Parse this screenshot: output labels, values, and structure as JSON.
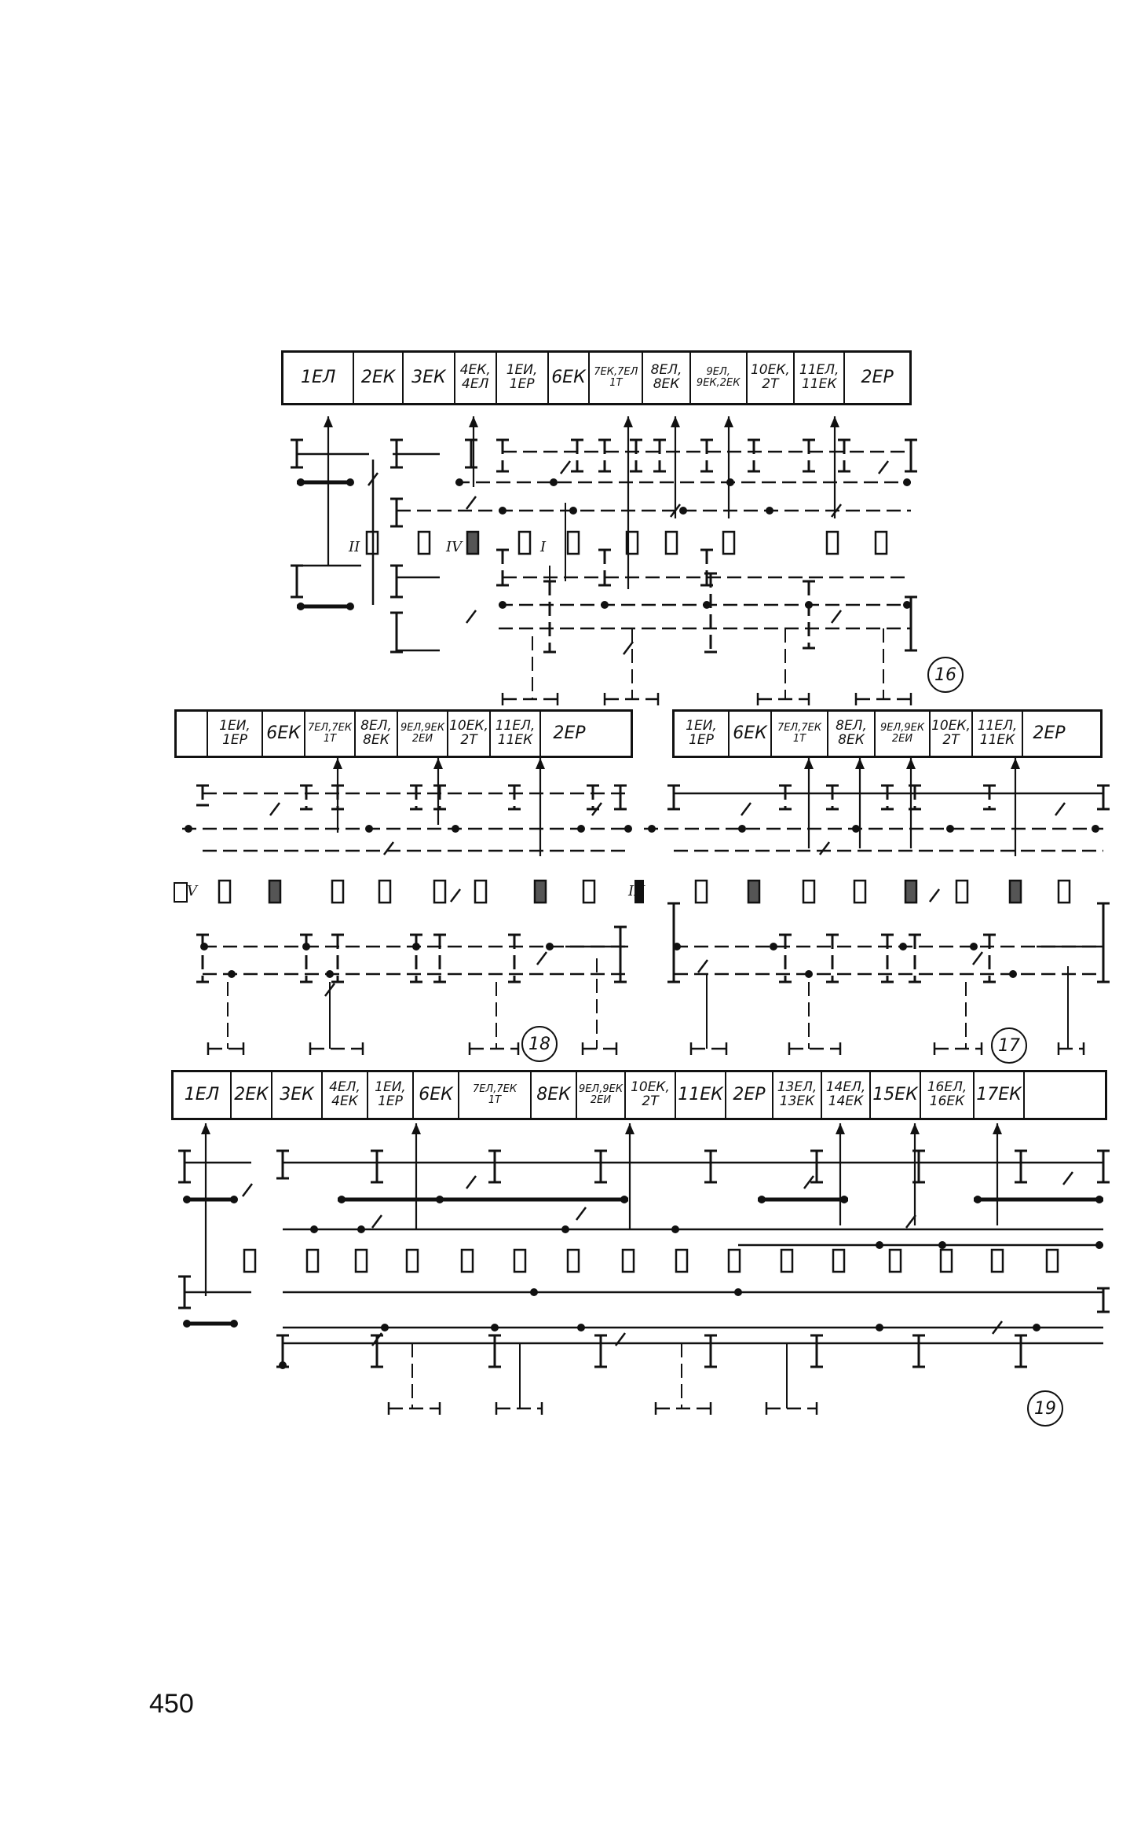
{
  "diagrams": {
    "d16": {
      "label": "16",
      "header": [
        "1ЕЛ",
        "2ЕК",
        "3ЕК",
        "4ЕК,\n4ЕЛ",
        "1ЕИ,\n1ЕР",
        "6ЕК",
        "7ЕК,7ЕЛ\n1Т",
        "8ЕЛ,\n8ЕК",
        "9ЕЛ,\n9ЕК,2ЕК",
        "10ЕК,\n2Т",
        "11ЕЛ,\n11ЕК",
        "2ЕР"
      ],
      "roman": [
        "II",
        "IV",
        "I"
      ]
    },
    "d18": {
      "label": "18",
      "header": [
        "",
        "1ЕИ,\n1ЕР",
        "6ЕК",
        "7ЕЛ,7ЕК\n1Т",
        "8ЕЛ,\n8ЕК",
        "9ЕЛ,9ЕК\n2ЕИ",
        "10ЕК,\n2Т",
        "11ЕЛ,\n11ЕК",
        "2ЕР"
      ],
      "roman": [
        "V",
        "III"
      ]
    },
    "d17": {
      "label": "17",
      "header": [
        "1ЕИ,\n1ЕР",
        "6ЕК",
        "7ЕЛ,7ЕК\n1Т",
        "8ЕЛ,\n8ЕК",
        "9ЕЛ,9ЕК\n2ЕИ",
        "10ЕК,\n2Т",
        "11ЕЛ,\n11ЕК",
        "2ЕР"
      ]
    },
    "d19": {
      "label": "19",
      "header": [
        "1ЕЛ",
        "2ЕК",
        "3ЕК",
        "4ЕЛ,\n4ЕК",
        "1ЕИ,\n1ЕР",
        "6ЕК",
        "7ЕЛ,7ЕК\n1Т",
        "8ЕК",
        "9ЕЛ,9ЕК\n2ЕИ",
        "10ЕК,\n2Т",
        "11ЕК",
        "2ЕР",
        "13ЕЛ,\n13ЕК",
        "14ЕЛ,\n14ЕК",
        "15ЕК",
        "16ЕЛ,\n16ЕК",
        "17ЕК",
        ""
      ]
    }
  },
  "page_number": "450"
}
